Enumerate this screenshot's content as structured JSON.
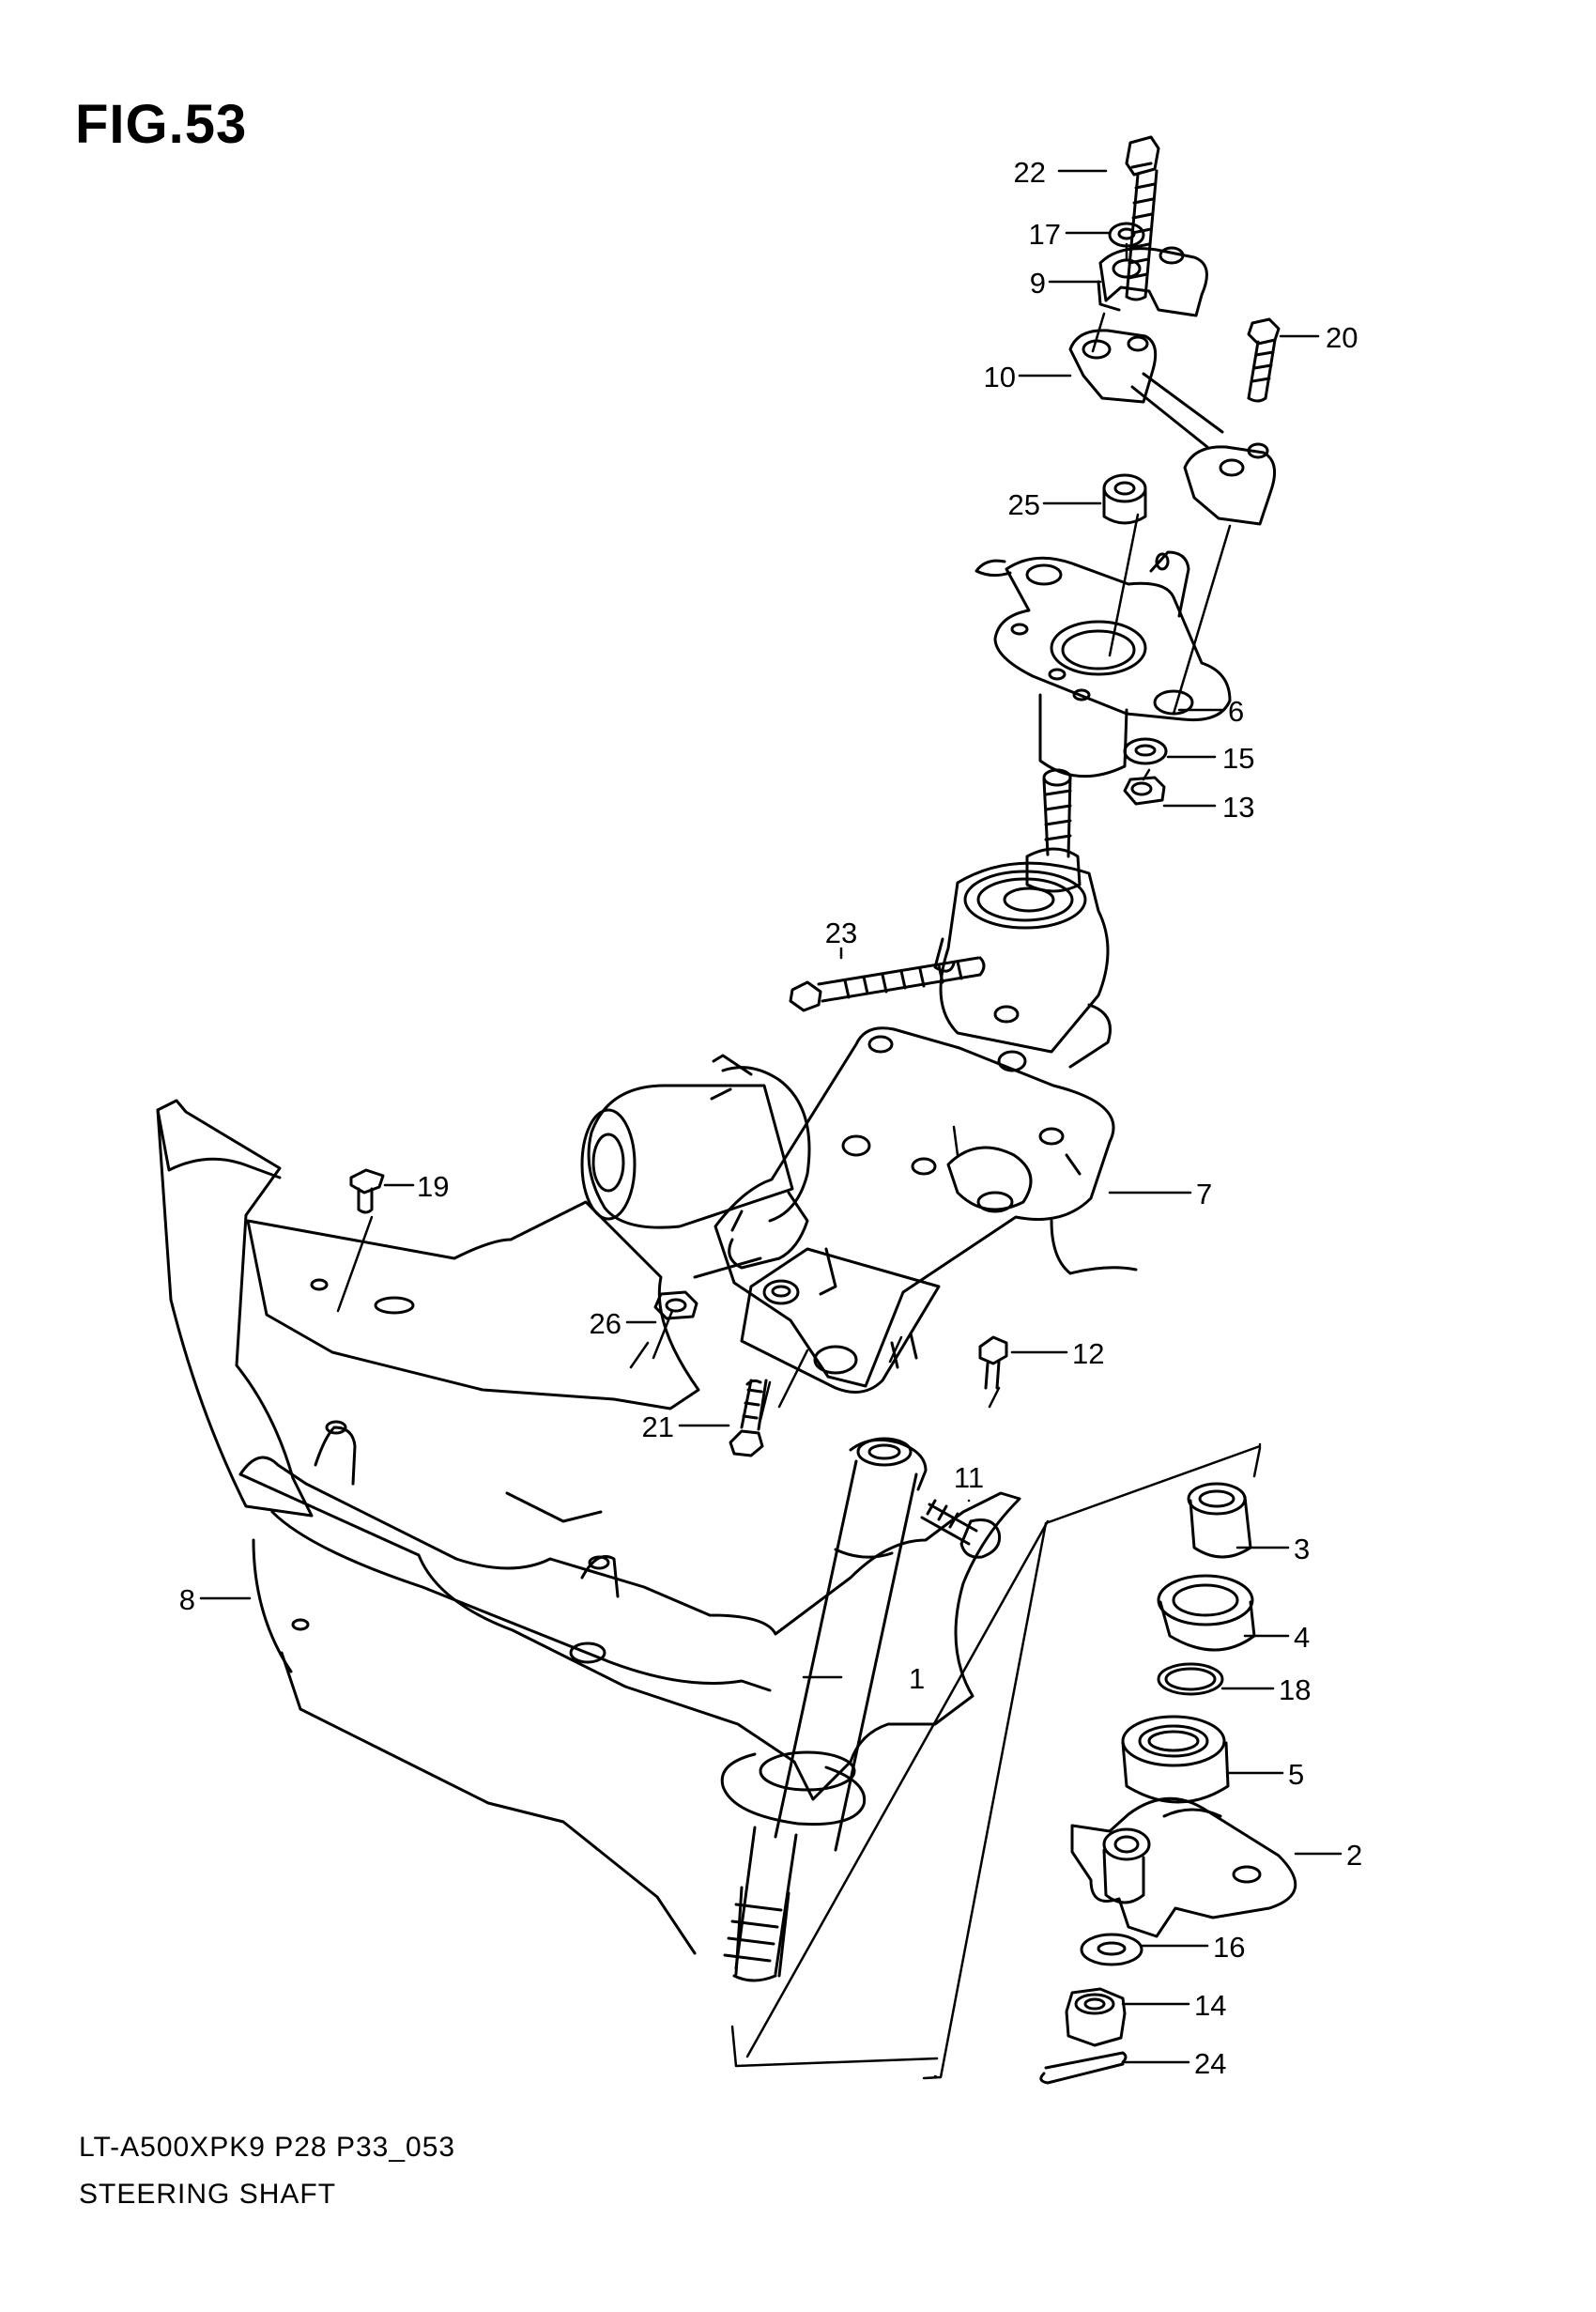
{
  "figure": {
    "title": "FIG.53",
    "code": "LT-A500XPK9 P28 P33_053",
    "name": "STEERING SHAFT"
  },
  "callouts": [
    {
      "id": "22",
      "label": "22"
    },
    {
      "id": "17",
      "label": "17"
    },
    {
      "id": "9",
      "label": "9"
    },
    {
      "id": "20",
      "label": "20"
    },
    {
      "id": "10",
      "label": "10"
    },
    {
      "id": "25",
      "label": "25"
    },
    {
      "id": "6",
      "label": "6"
    },
    {
      "id": "15",
      "label": "15"
    },
    {
      "id": "13",
      "label": "13"
    },
    {
      "id": "23",
      "label": "23"
    },
    {
      "id": "19",
      "label": "19"
    },
    {
      "id": "7",
      "label": "7"
    },
    {
      "id": "26",
      "label": "26"
    },
    {
      "id": "12",
      "label": "12"
    },
    {
      "id": "21",
      "label": "21"
    },
    {
      "id": "11",
      "label": "11"
    },
    {
      "id": "3",
      "label": "3"
    },
    {
      "id": "8",
      "label": "8"
    },
    {
      "id": "4",
      "label": "4"
    },
    {
      "id": "1",
      "label": "1"
    },
    {
      "id": "18",
      "label": "18"
    },
    {
      "id": "5",
      "label": "5"
    },
    {
      "id": "2",
      "label": "2"
    },
    {
      "id": "16",
      "label": "16"
    },
    {
      "id": "14",
      "label": "14"
    },
    {
      "id": "24",
      "label": "24"
    }
  ]
}
